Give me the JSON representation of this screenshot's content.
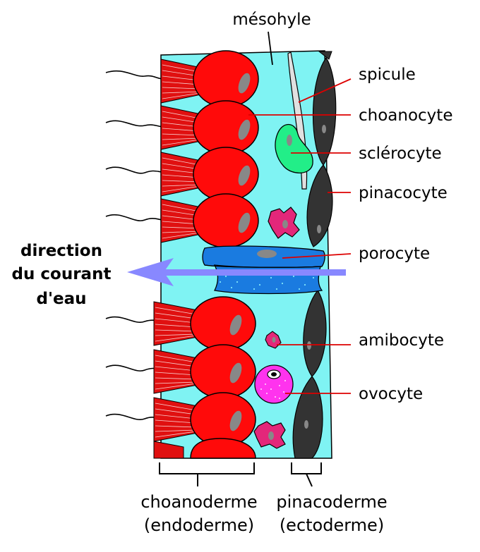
{
  "labels": {
    "mesohyle": "mésohyle",
    "spicule": "spicule",
    "choanocyte": "choanocyte",
    "sclerocyte": "sclérocyte",
    "pinacocyte": "pinacocyte",
    "porocyte": "porocyte",
    "amibocyte": "amibocyte",
    "ovocyte": "ovocyte"
  },
  "water_flow": {
    "line1": "direction",
    "line2": "du courant",
    "line3": "d'eau"
  },
  "layers": {
    "choanoderme": "choanoderme",
    "choanoderme_sub": "(endoderme)",
    "pinacoderme": "pinacoderme",
    "pinacoderme_sub": "(ectoderme)"
  },
  "colors": {
    "mesohyle": "#7ff3f3",
    "choanocyte": "#ff0a0a",
    "collar": "#e01010",
    "pinacocyte": "#333333",
    "porocyte": "#1a7be0",
    "sclerocyte": "#22ee88",
    "amibocyte": "#e3277a",
    "ovocyte": "#ff33ee",
    "arrow": "#8888ff",
    "leader": "#dd0000"
  }
}
